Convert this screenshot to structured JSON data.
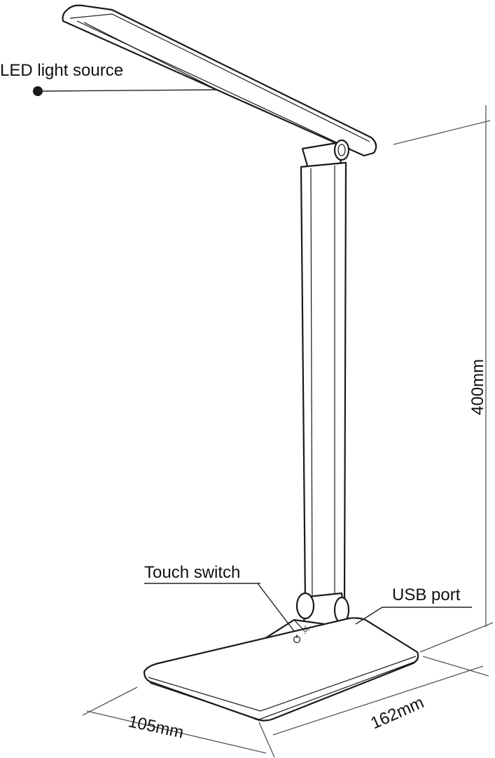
{
  "labels": {
    "led": "LED light source",
    "touch": "Touch  switch",
    "usb": "USB port"
  },
  "dimensions": {
    "height": "400mm",
    "width": "105mm",
    "depth": "162mm"
  },
  "colors": {
    "line": "#1a1a1a",
    "dimension": "#555555",
    "background": "#ffffff"
  },
  "icons": {
    "power": "power-icon",
    "brightness": "brightness-icon"
  }
}
